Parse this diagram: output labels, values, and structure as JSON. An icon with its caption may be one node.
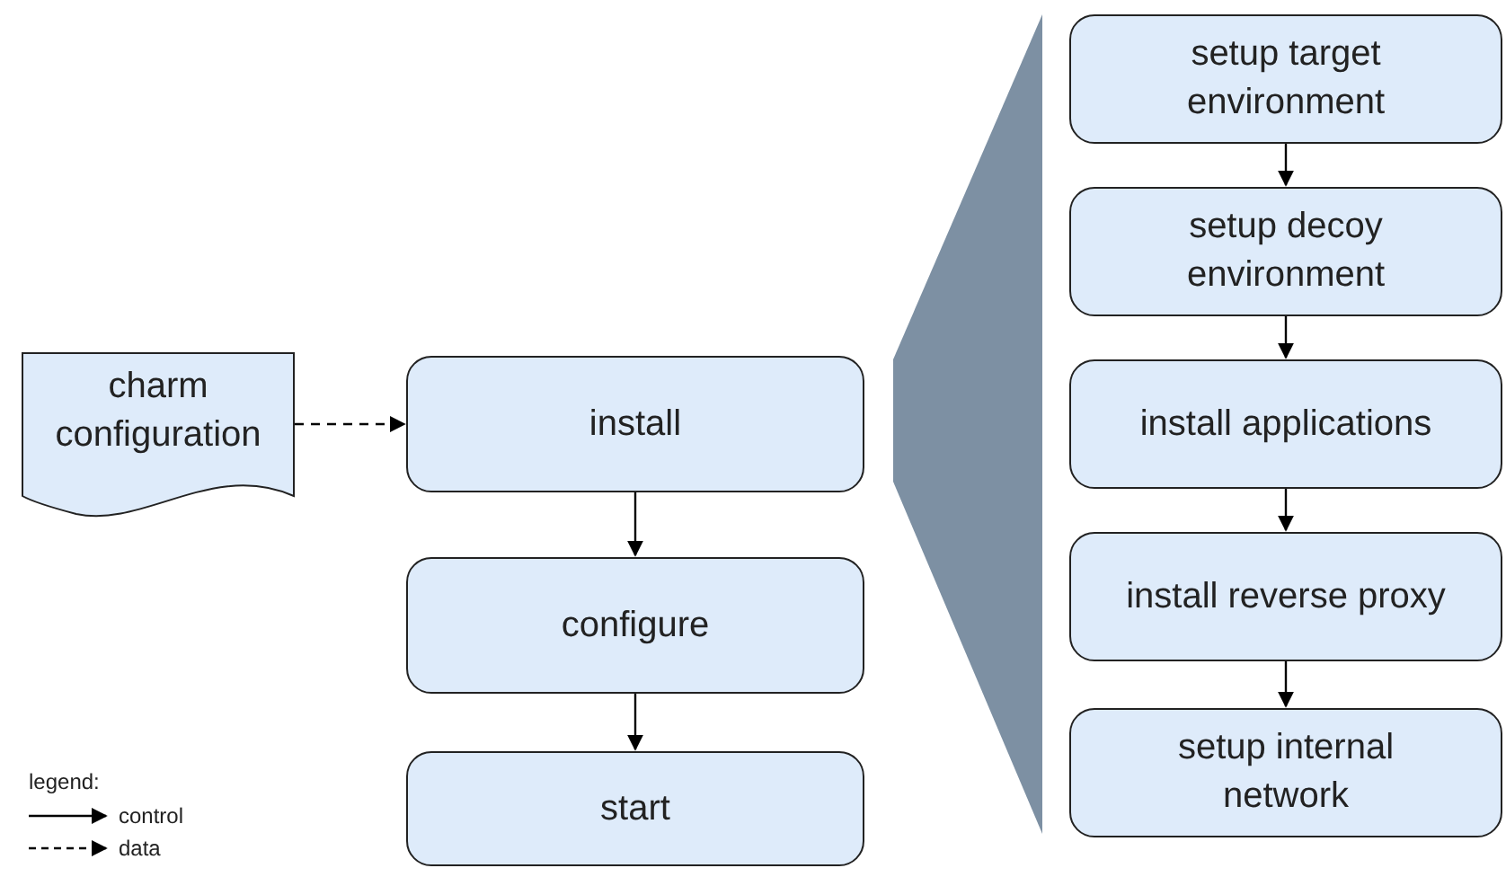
{
  "diagram": {
    "nodes": [
      {
        "text": [
          "charm configuration"
        ]
      },
      {
        "text": [
          "install"
        ]
      },
      {
        "text": [
          "configure"
        ]
      },
      {
        "text": [
          "start"
        ]
      },
      {
        "text": [],
        "shape": "trapezoid"
      },
      {
        "text": [
          "setup target environment"
        ]
      },
      {
        "text": [
          "setup  decoy environment"
        ]
      },
      {
        "text": [
          "install applications"
        ]
      },
      {
        "text": [
          "install reverse proxy"
        ]
      },
      {
        "text": [
          "setup internal network"
        ]
      }
    ],
    "edges": [
      {
        "from": 0,
        "to": 1,
        "arrow": "to",
        "style": "dashed"
      },
      {
        "from": 1,
        "to": 2,
        "arrow": "to"
      },
      {
        "from": 2,
        "to": 3,
        "arrow": "to"
      },
      {
        "from": 5,
        "to": 6,
        "arrow": "to"
      },
      {
        "from": 6,
        "to": 7,
        "arrow": "to"
      },
      {
        "from": 7,
        "to": 8,
        "arrow": "to"
      },
      {
        "from": 8,
        "to": 9,
        "arrow": "to"
      }
    ],
    "labels": [
      "legend:"
    ],
    "legend": [
      {
        "text": "control"
      },
      {
        "text": "data"
      }
    ]
  }
}
